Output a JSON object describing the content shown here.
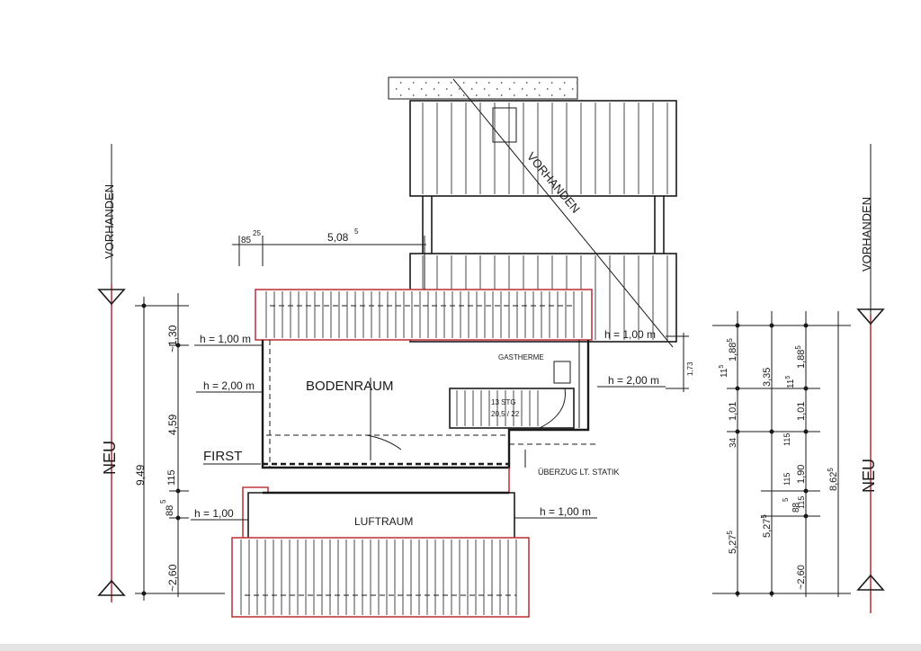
{
  "labels": {
    "vorhanden_left": "VORHANDEN",
    "vorhanden_top": "VORHANDEN",
    "vorhanden_right": "VORHANDEN",
    "neu_left": "NEU",
    "neu_right": "NEU",
    "bodenraum": "BODENRAUM",
    "luftraum": "LUFTRAUM",
    "gastherme": "GASTHERME",
    "first": "FIRST",
    "ueberzug": "ÜBERZUG LT. STATIK",
    "stairs_line1": "13 STG",
    "stairs_line2": "20,5 / 22"
  },
  "heights": {
    "h_top_left": "h = 1,00 m",
    "h_mid_left": "h = 2,00 m",
    "h_bottom_left": "h = 1,00",
    "h_top_right": "h = 1,00 m",
    "h_mid_right": "h = 2,00 m",
    "h_bottom_right": "h = 1,00 m"
  },
  "dimensions": {
    "top_85": "85",
    "top_25": "25",
    "top_508": "5,08",
    "top_5": "5",
    "left_130": "~1,30",
    "left_459": "4,59",
    "left_949": "9,49",
    "left_115": "115",
    "left_88": "88",
    "left_5": "5",
    "left_260": "~2,60",
    "right_173": "1,73",
    "right_1885a": "1,88",
    "right_1885a_sup": "5",
    "right_115a": "11",
    "right_115a_sup": "5",
    "right_101a": "1,01",
    "right_335": "3,35",
    "right_115b": "11",
    "right_115b_sup": "5",
    "right_1885b": "1,88",
    "right_1885b_sup": "5",
    "right_101b": "1,01",
    "right_34": "34",
    "right_115c": "115",
    "right_190": "1,90",
    "right_115d": "115",
    "right_115e": "115",
    "right_88": "88",
    "right_5": "5",
    "right_5275a": "5,27",
    "right_5275a_sup": "5",
    "right_5275b": "5,27",
    "right_5275b_sup": "5",
    "right_8625": "8,62",
    "right_8625_sup": "5",
    "right_260": "~2,60"
  }
}
